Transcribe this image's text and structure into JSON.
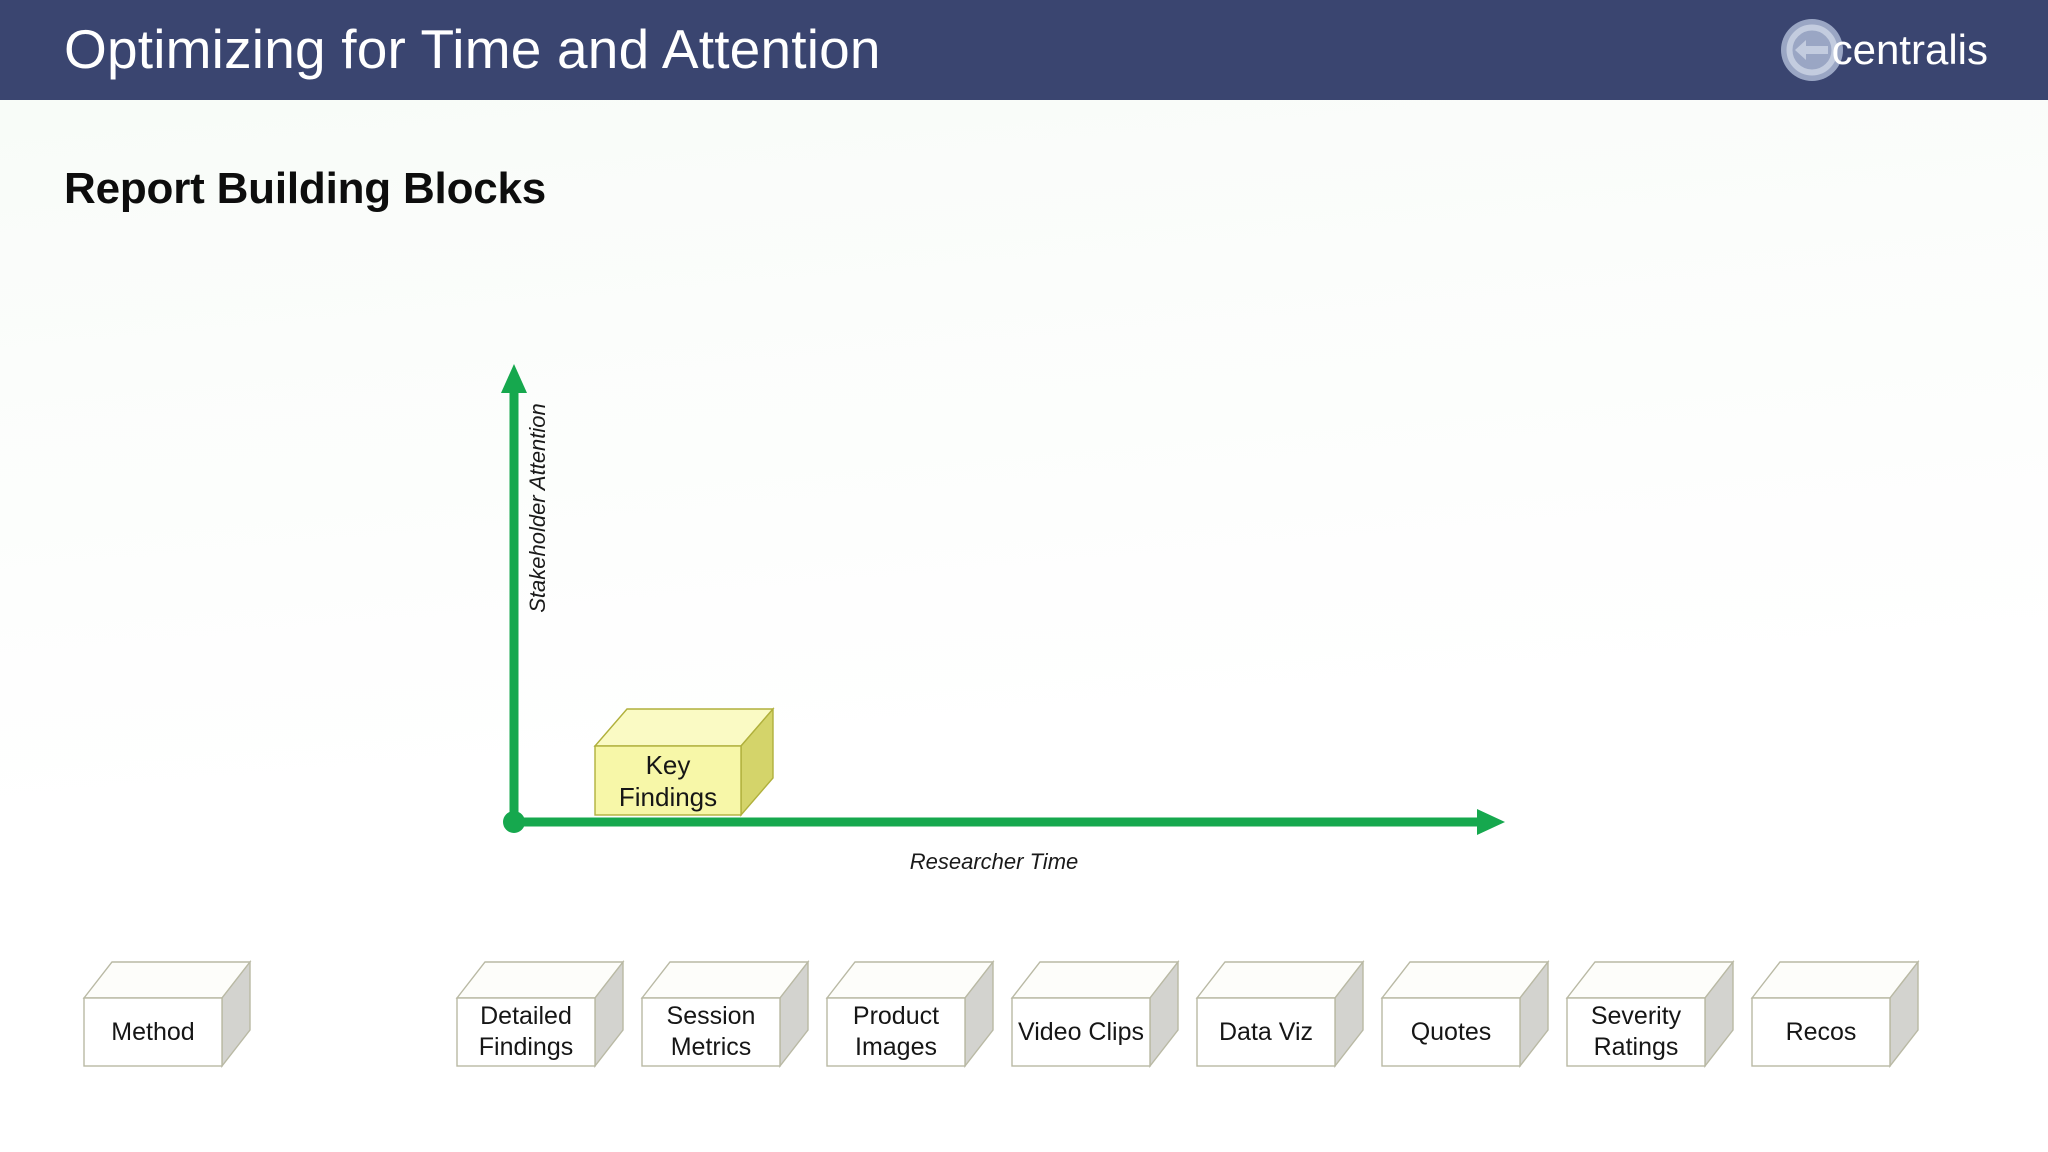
{
  "header": {
    "title": "Optimizing for Time and Attention",
    "brand_name": "centralis",
    "brand_icon": "centralis-circle-arrow-logo",
    "bar_color": "#3a4570",
    "text_color": "#ffffff"
  },
  "section": {
    "heading": "Report Building Blocks"
  },
  "chart_data": {
    "type": "scatter",
    "title": "Report Building Blocks",
    "xlabel": "Researcher Time",
    "ylabel": "Stakeholder Attention",
    "xlim": [
      0,
      1
    ],
    "ylim": [
      0,
      1
    ],
    "grid": false,
    "legend": "none",
    "axis_color": "#16a84e",
    "points": [
      {
        "label": "Key Findings",
        "x": 0.09,
        "y": 0.17,
        "face_color": "#f7f7a8",
        "top_color": "#fafac4",
        "side_color": "#d4d46a",
        "stroke_color": "#b0b03c"
      }
    ],
    "notes": "Single plotted block sits low on Researcher Time and low-to-mid on Stakeholder Attention; remaining building blocks are unplaced below the plot."
  },
  "palette": {
    "axis_green": "#16a84e",
    "header_navy": "#3a4570",
    "yellow_face": "#f7f7a8",
    "yellow_top": "#fafac4",
    "yellow_side": "#d4d46a",
    "yellow_stroke": "#b0b03c",
    "white_face": "#ffffff",
    "white_top": "#fdfdfa",
    "white_side": "#d3d3cf",
    "white_stroke": "#b9b9a4",
    "background": "#fbfdfb"
  },
  "plotted_blocks": [
    {
      "label": "Key Findings",
      "variant": "yellow"
    }
  ],
  "building_blocks": [
    {
      "label": "Method",
      "variant": "white"
    },
    {
      "label": "Detailed Findings",
      "variant": "white"
    },
    {
      "label": "Session Metrics",
      "variant": "white"
    },
    {
      "label": "Product Images",
      "variant": "white"
    },
    {
      "label": "Video Clips",
      "variant": "white"
    },
    {
      "label": "Data Viz",
      "variant": "white"
    },
    {
      "label": "Quotes",
      "variant": "white"
    },
    {
      "label": "Severity Ratings",
      "variant": "white"
    },
    {
      "label": "Recos",
      "variant": "white"
    }
  ]
}
